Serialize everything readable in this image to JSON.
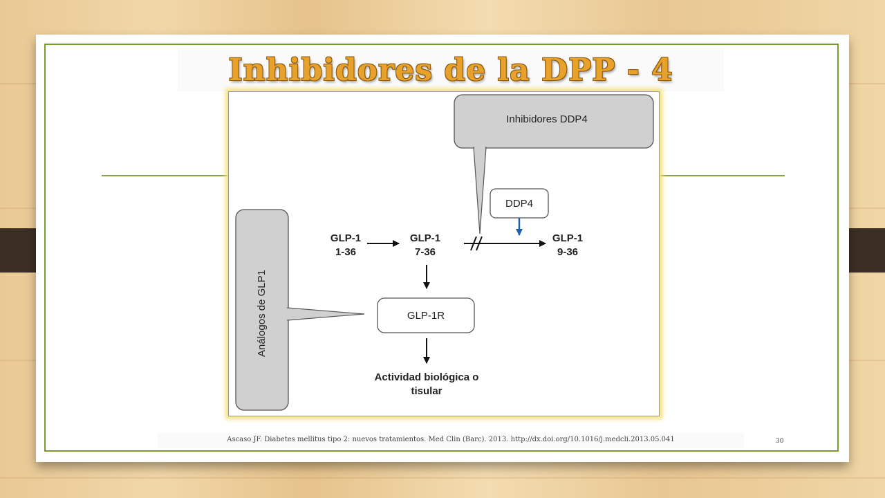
{
  "slide": {
    "title": "Inhibidores de la DPP - 4",
    "citation": "Ascaso JF. Diabetes mellitus tipo 2: nuevos tratamientos. Med Clin (Barc). 2013. http://dx.doi.org/10.1016/j.medcli.2013.05.041",
    "page_number": "30"
  },
  "diagram": {
    "callout_inhibitors": "Inhibidores DDP4",
    "callout_analogs": "Análogos de GLP1",
    "enzyme": "DDP4",
    "glp1_full": {
      "line1": "GLP-1",
      "line2": "1-36"
    },
    "glp1_active": {
      "line1": "GLP-1",
      "line2": "7-36"
    },
    "glp1_inactive": {
      "line1": "GLP-1",
      "line2": "9-36"
    },
    "receptor": "GLP-1R",
    "outcome": {
      "line1": "Actividad biológica o",
      "line2": "tisular"
    }
  },
  "colors": {
    "title_fill": "#e8a22c",
    "frame_green": "#7a9a2a",
    "callout_gray": "#d0d0d0",
    "inhibition_arrow": "#1f5fb0",
    "figure_glow": "#f5e27a"
  }
}
